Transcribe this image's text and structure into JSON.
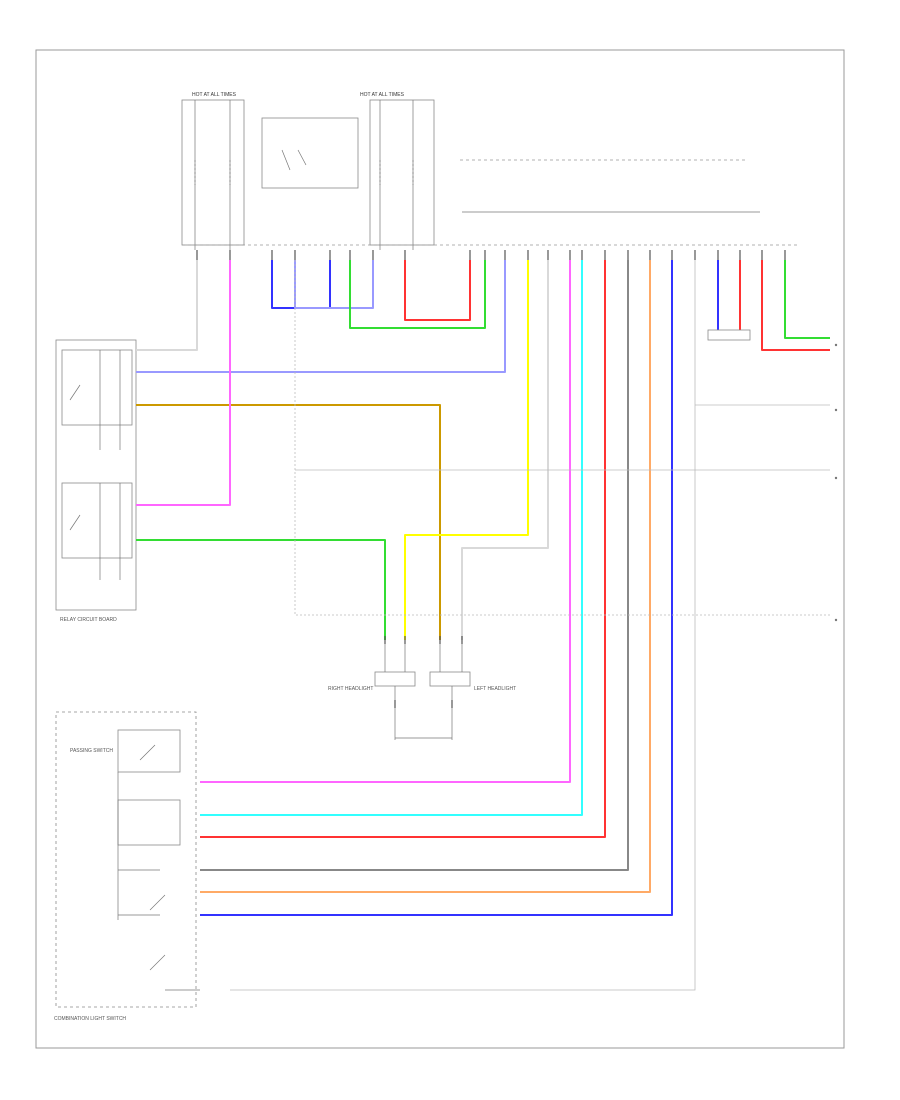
{
  "labels": {
    "relay_circuit_board": "RELAY CIRCUIT BOARD",
    "combination_light_switch": "COMBINATION LIGHT SWITCH",
    "hot_at_all_times_1": "HOT AT ALL TIMES",
    "hot_at_all_times_2": "HOT AT ALL TIMES",
    "right_headlight": "RIGHT HEADLIGHT",
    "left_headlight": "LEFT HEADLIGHT",
    "passing_switch": "PASSING SWITCH"
  },
  "colors": {
    "white": "#d9d9d9",
    "pink": "#ff66ff",
    "blue": "#3333ff",
    "green": "#33dd33",
    "red": "#ff3333",
    "yellow": "#ffff00",
    "orange": "#cc9900",
    "cyan": "#33ffff",
    "peach": "#ffaa66",
    "gray": "#888888",
    "lightblue": "#9999ff",
    "lightgreen": "#99ff99"
  }
}
